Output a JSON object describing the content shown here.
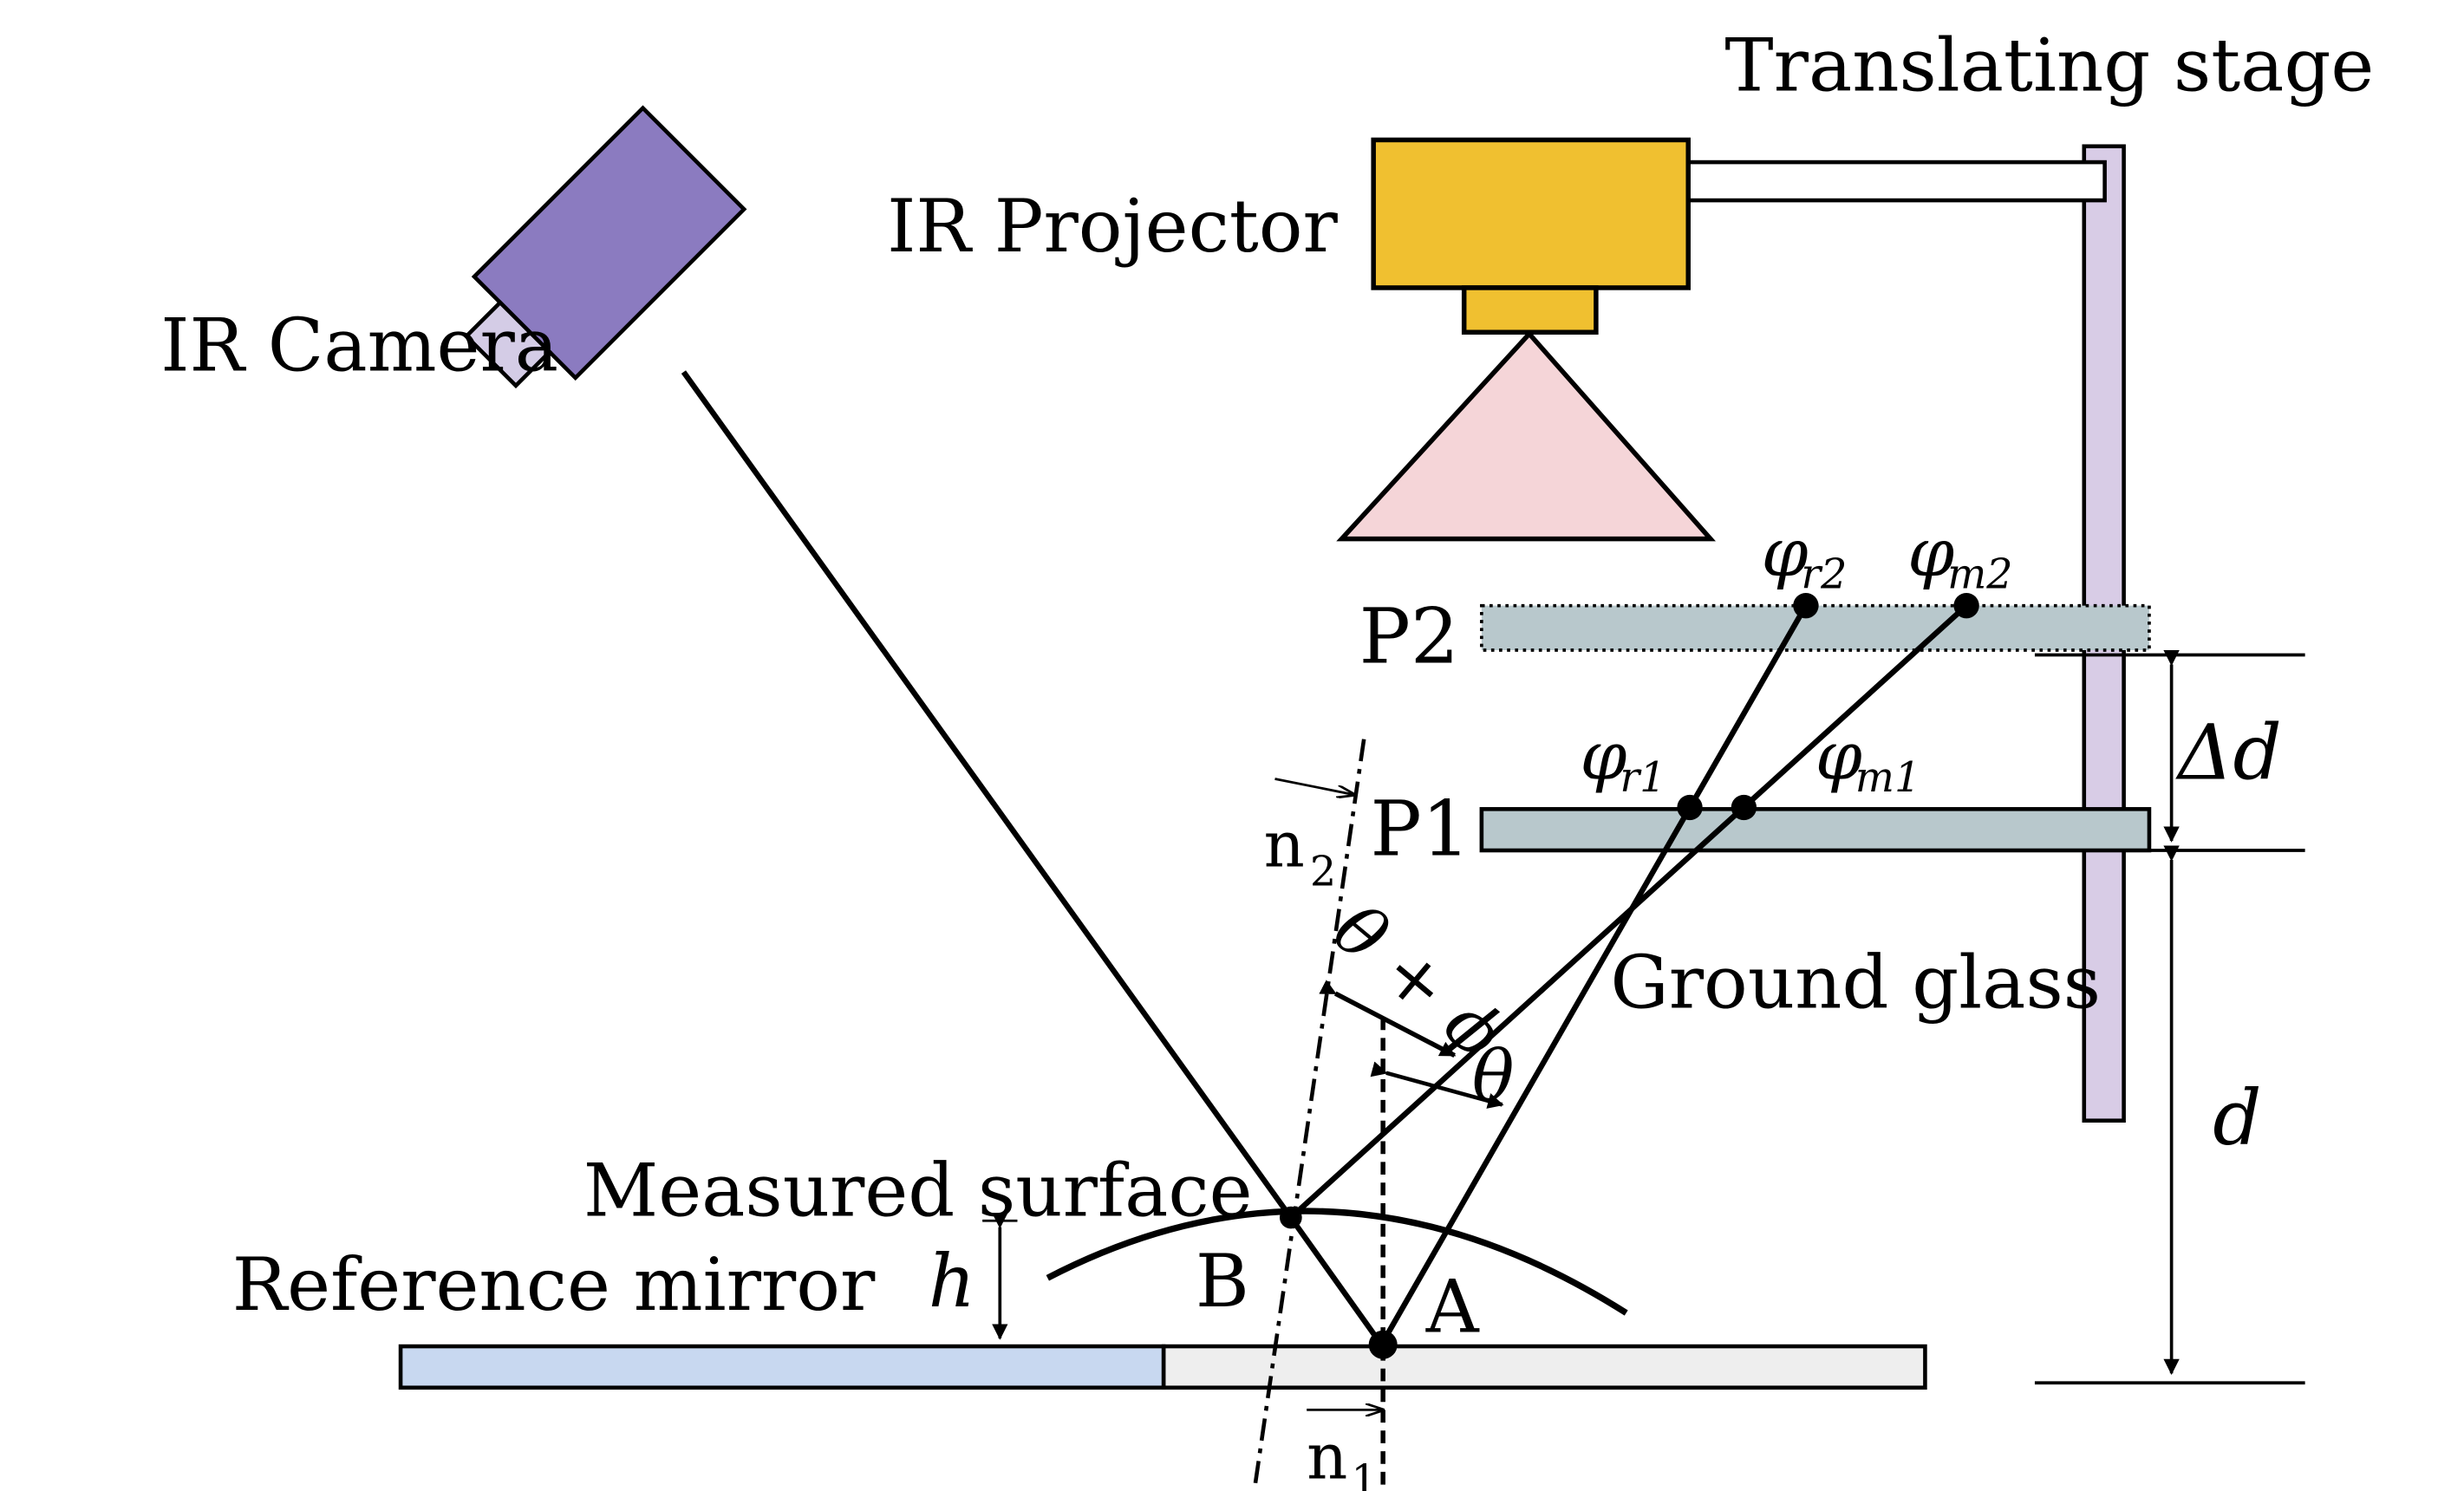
{
  "labels": {
    "translating_stage": "Translating stage",
    "ir_projector": "IR Projector",
    "ir_camera": "IR Camera",
    "p2": "P2",
    "p1": "P1",
    "delta_d": "Δd",
    "d": "d",
    "ground_glass": "Ground glass",
    "measured_surface": "Measured surface",
    "reference_mirror": "Reference mirror",
    "h": "h",
    "point_b": "B",
    "point_a": "A",
    "n2": "n",
    "n2_sub": "2",
    "n1": "n",
    "n1_sub": "1",
    "theta_plus_phi": "θ + ϕ",
    "theta": "θ",
    "phi_r2": "φ",
    "phi_r2_sub": "r2",
    "phi_m2": "φ",
    "phi_m2_sub": "m2",
    "phi_r1": "φ",
    "phi_r1_sub": "r1",
    "phi_m1": "φ",
    "phi_m1_sub": "m1"
  },
  "colors": {
    "camera_body": "#8b7bc0",
    "camera_lens": "#d4cce6",
    "projector_body": "#f0c030",
    "projection_cone": "#f5d5d8",
    "stage_rail": "#d8cce6",
    "glass_plate": "#b8c8cc",
    "reference_mirror": "#c8d8f0",
    "measured_base": "#eeeeee"
  }
}
